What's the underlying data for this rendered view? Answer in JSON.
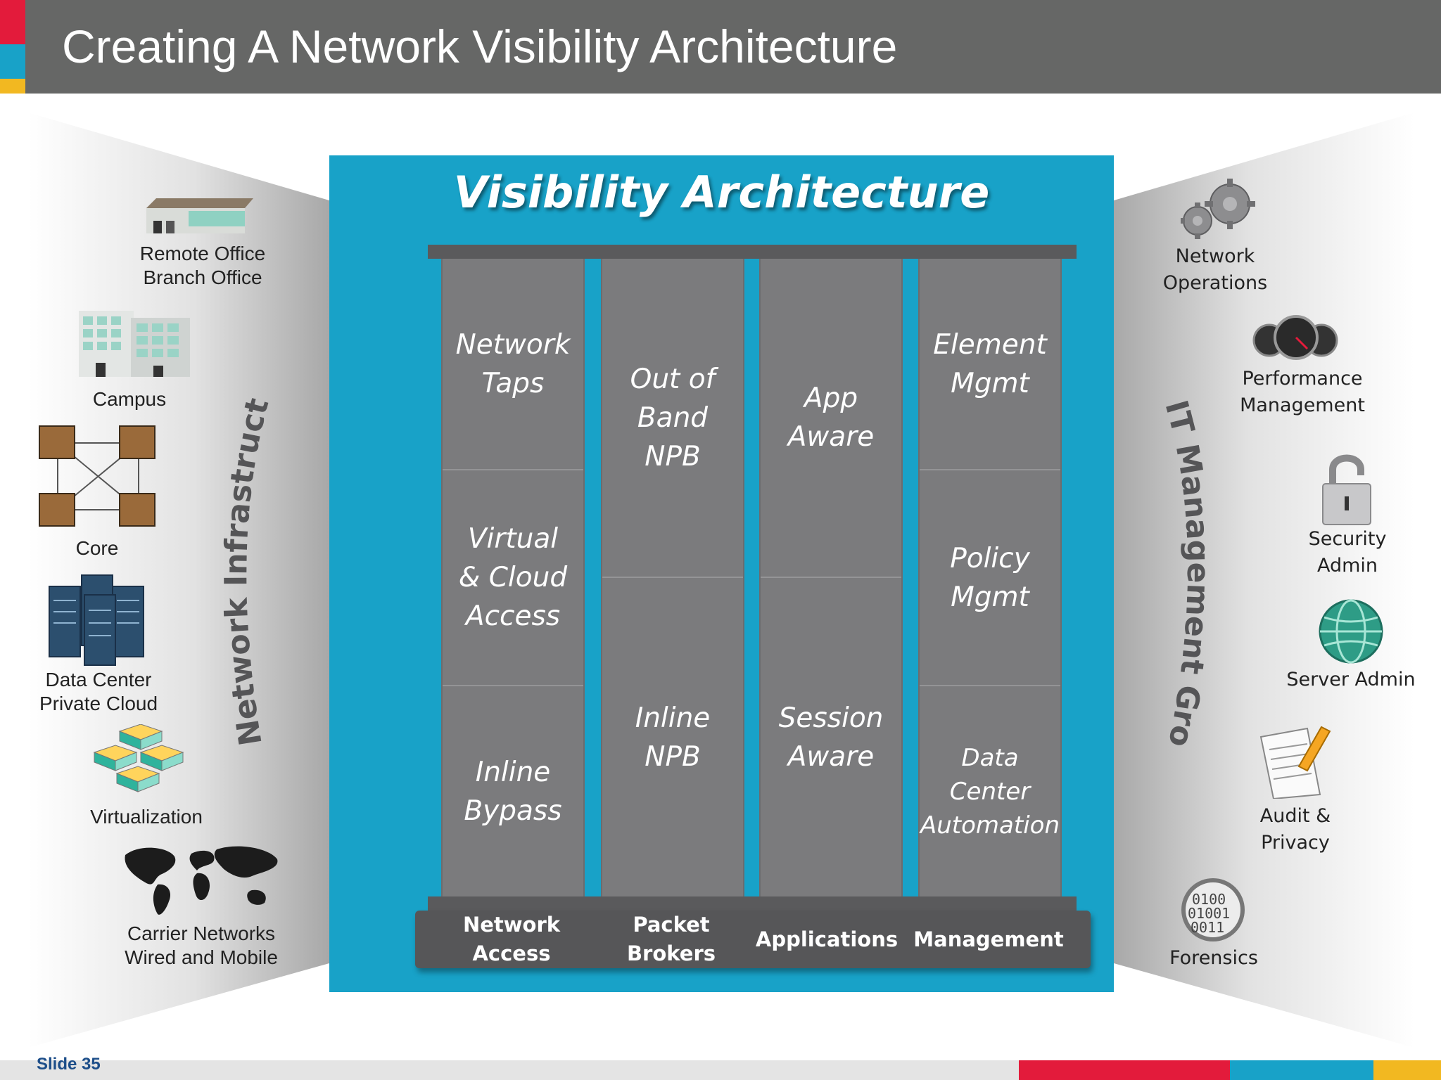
{
  "title": "Creating A Network Visibility Architecture",
  "center": {
    "title": "Visibility Architecture",
    "columns": [
      {
        "base_label": "Network Access",
        "cells": [
          "Network Taps",
          "Virtual & Cloud Access",
          "Inline Bypass"
        ]
      },
      {
        "base_label": "Packet Brokers",
        "cells": [
          "Out of Band NPB",
          "Inline NPB"
        ]
      },
      {
        "base_label": "Applications",
        "cells": [
          "App Aware",
          "Session Aware"
        ]
      },
      {
        "base_label": "Management",
        "cells": [
          "Element Mgmt",
          "Policy Mgmt",
          "Data Center Automation"
        ]
      }
    ]
  },
  "left_panel": {
    "arc_label": "Network Infrastructure",
    "items": [
      {
        "label": "Remote Office\nBranch Office",
        "icon": "building-icon"
      },
      {
        "label": "Campus",
        "icon": "campus-icon"
      },
      {
        "label": "Core",
        "icon": "core-switch-icon"
      },
      {
        "label": "Data Center\nPrivate Cloud",
        "icon": "server-rack-icon"
      },
      {
        "label": "Virtualization",
        "icon": "virtualization-cubes-icon"
      },
      {
        "label": "Carrier Networks\nWired and Mobile",
        "icon": "world-map-icon"
      }
    ]
  },
  "right_panel": {
    "arc_label": "IT Management Groups",
    "items": [
      {
        "label": "Network\nOperations",
        "icon": "gears-icon"
      },
      {
        "label": "Performance\nManagement",
        "icon": "gauges-icon"
      },
      {
        "label": "Security\nAdmin",
        "icon": "padlock-icon"
      },
      {
        "label": "Server Admin",
        "icon": "globe-icon"
      },
      {
        "label": "Audit &\nPrivacy",
        "icon": "document-pencil-icon"
      },
      {
        "label": "Forensics",
        "icon": "binary-magnifier-icon"
      }
    ]
  },
  "footer": {
    "slide_label": "Slide  35"
  },
  "colors": {
    "header": "#666766",
    "accent_teal": "#18a2c8",
    "accent_red": "#e31b3b",
    "accent_yellow": "#f2b821",
    "pillar": "#7b7b7d"
  }
}
